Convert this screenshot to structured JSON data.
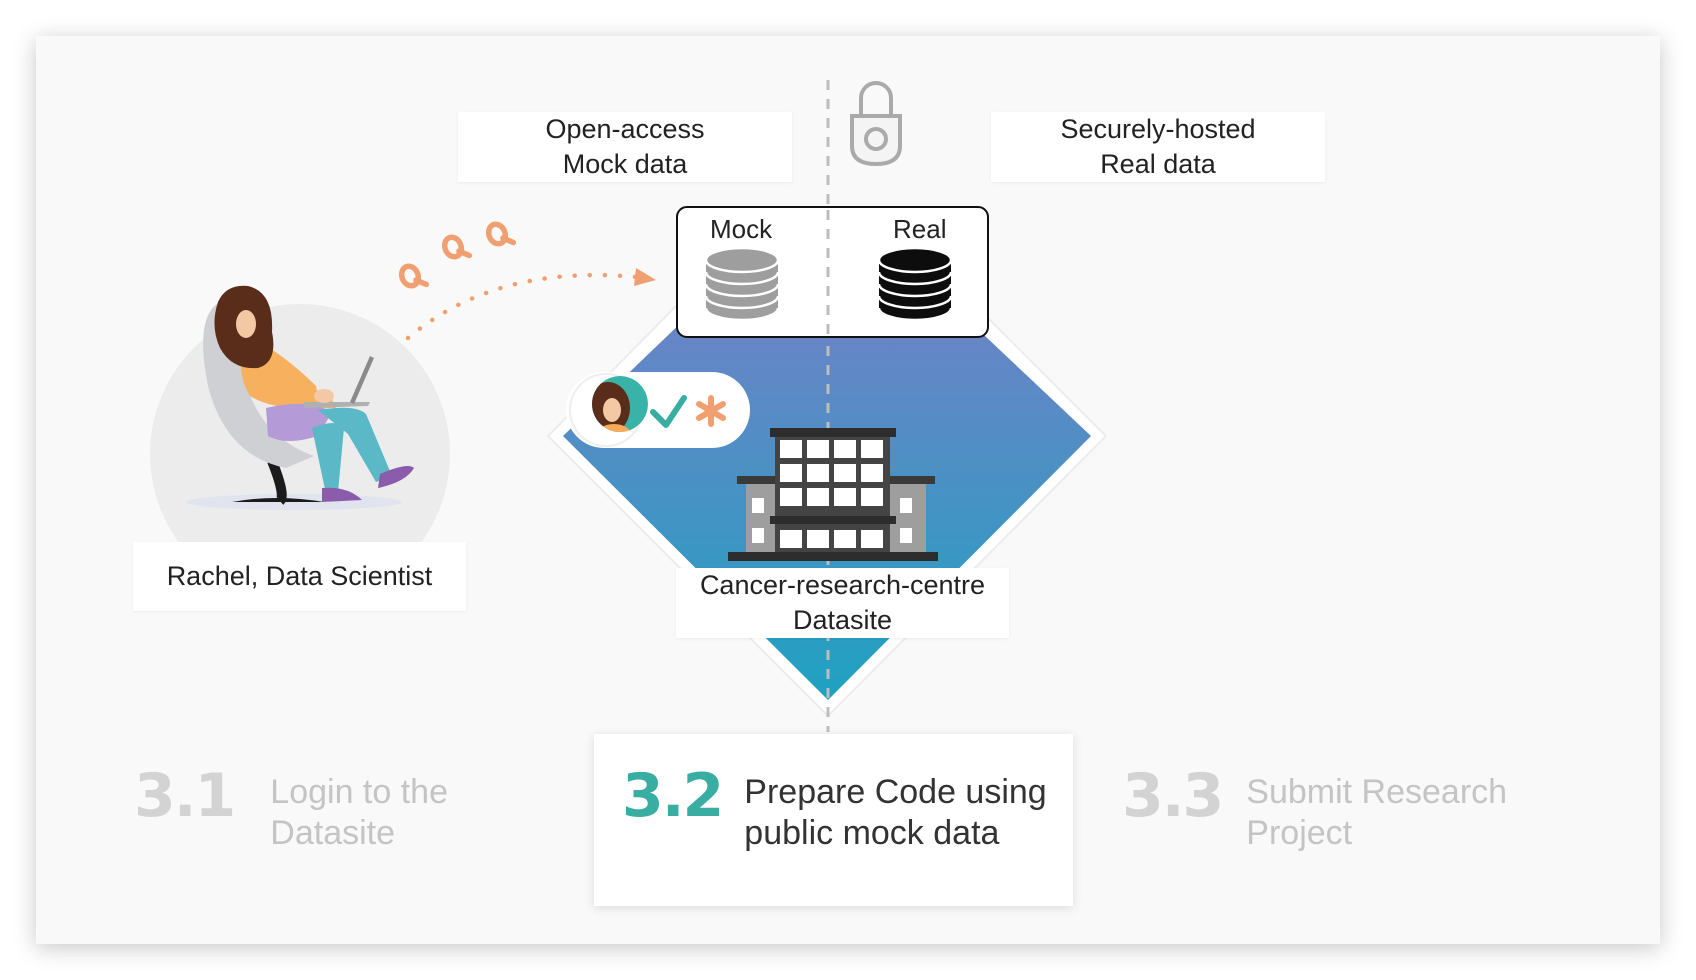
{
  "labels": {
    "open_access": [
      "Open-access",
      "Mock data"
    ],
    "secure_hosted": [
      "Securely-hosted",
      "Real data"
    ],
    "mock_db": "Mock",
    "real_db": "Real",
    "scientist": "Rachel, Data Scientist",
    "datasite": [
      "Cancer-research-centre",
      "Datasite"
    ]
  },
  "steps": [
    {
      "number": "3.1",
      "text": [
        "Login to the Datasite"
      ],
      "active": false
    },
    {
      "number": "3.2",
      "text": [
        "Prepare Code using",
        "public mock data"
      ],
      "active": true
    },
    {
      "number": "3.3",
      "text": [
        "Submit Research",
        "Project"
      ],
      "active": false
    }
  ],
  "colors": {
    "accent_teal": "#3aada3",
    "query_orange": "#f0a070",
    "diamond_top": "#6a84c6",
    "diamond_bottom": "#1ea2c2"
  }
}
